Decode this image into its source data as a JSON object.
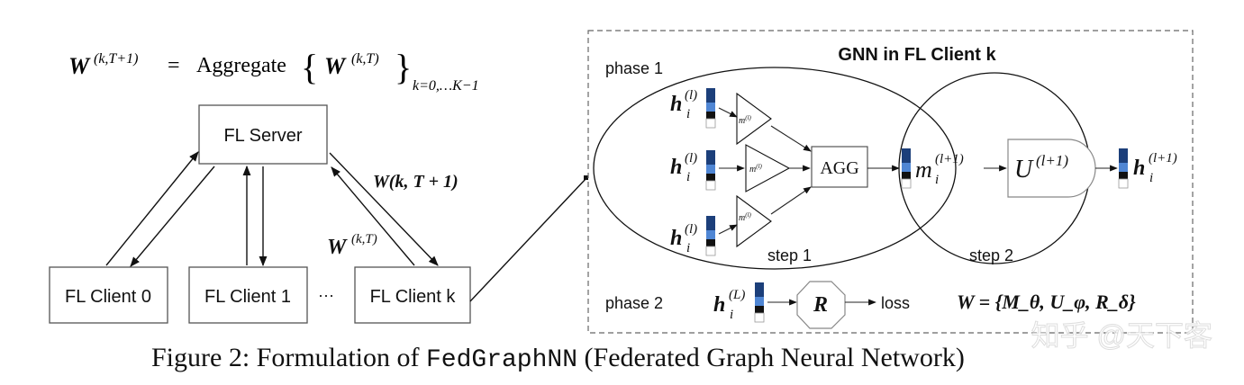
{
  "left": {
    "formula": {
      "lhs": "W",
      "lhs_sup": "(k,T+1)",
      "eq": "=",
      "agg": "Aggregate",
      "lbrace": "{",
      "inner": "W",
      "inner_sup": "(k,T)",
      "rbrace": "}",
      "sub": "k=0,…K−1"
    },
    "server_label": "FL Server",
    "clients": [
      "FL Client 0",
      "FL Client 1",
      "···",
      "FL Client k"
    ],
    "down_label": "W(k, T + 1)",
    "up_label_main": "W",
    "up_label_sup": "(k,T)"
  },
  "right": {
    "title": "GNN in FL Client k",
    "phase1": "phase 1",
    "phase2": "phase 2",
    "step1": "step 1",
    "step2": "step 2",
    "h": "h",
    "i": "i",
    "l_sup": "(l)",
    "l1_sup": "(l+1)",
    "L_sup": "(L)",
    "m": "m",
    "msg_sup": "(l)",
    "agg": "AGG",
    "u": "U",
    "r": "R",
    "loss": "loss",
    "w_set": "W = {M_θ, U_φ, R_δ}"
  },
  "caption": {
    "prefix": "Figure 2: Formulation of ",
    "code": "FedGraphNN",
    "suffix": " (Federated Graph Neural Network)"
  },
  "watermark": "知乎 @天下客",
  "colors": {
    "dark_blue": "#1c3f7a",
    "light_blue": "#4f86d4",
    "black": "#111111",
    "grey": "#c8c8c8"
  }
}
